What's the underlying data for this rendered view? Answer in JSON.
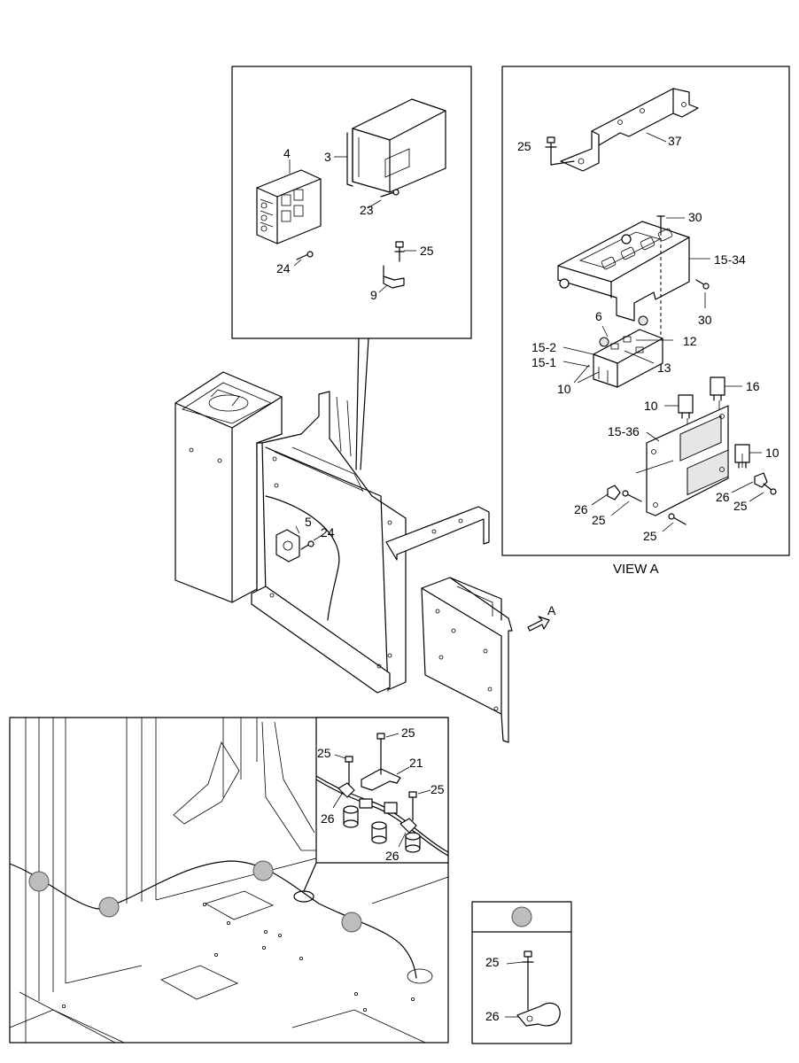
{
  "view_caption": "VIEW A",
  "arrow_label": "A",
  "labels": {
    "l4": "4",
    "l3": "3",
    "l23": "23",
    "l25a": "25",
    "l24a": "24",
    "l9": "9",
    "l25b": "25",
    "l37": "37",
    "l30a": "30",
    "l1534": "15-34",
    "l30b": "30",
    "l6": "6",
    "l152": "15-2",
    "l12": "12",
    "l151": "15-1",
    "l13": "13",
    "l10a": "10",
    "l10b": "10",
    "l16": "16",
    "l1536": "15-36",
    "l10c": "10",
    "l26a": "26",
    "l25c": "25",
    "l26b": "26",
    "l25d": "25",
    "l25e": "25",
    "l5": "5",
    "l24b": "24",
    "l25f": "25",
    "l25g": "25",
    "l21": "21",
    "l25h": "25",
    "l26c": "26",
    "l26d": "26",
    "l25i": "25",
    "l26e": "26"
  }
}
